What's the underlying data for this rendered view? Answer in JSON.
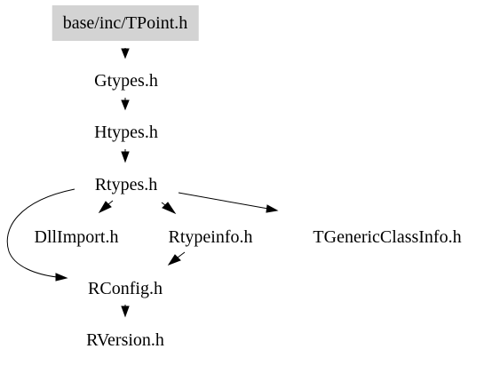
{
  "nodes": {
    "root": "base/inc/TPoint.h",
    "gtypes": "Gtypes.h",
    "htypes": "Htypes.h",
    "rtypes": "Rtypes.h",
    "dllimport": "DllImport.h",
    "rtypeinfo": "Rtypeinfo.h",
    "tgenericclassinfo": "TGenericClassInfo.h",
    "rconfig": "RConfig.h",
    "rversion": "RVersion.h"
  },
  "edges": [
    {
      "from": "root",
      "to": "gtypes"
    },
    {
      "from": "gtypes",
      "to": "htypes"
    },
    {
      "from": "htypes",
      "to": "rtypes"
    },
    {
      "from": "rtypes",
      "to": "dllimport"
    },
    {
      "from": "rtypes",
      "to": "rtypeinfo"
    },
    {
      "from": "rtypes",
      "to": "tgenericclassinfo"
    },
    {
      "from": "rtypes",
      "to": "rconfig"
    },
    {
      "from": "rtypeinfo",
      "to": "rconfig"
    },
    {
      "from": "rconfig",
      "to": "rversion"
    }
  ],
  "colors": {
    "root_fill": "#d3d3d3",
    "edge": "#000000",
    "text": "#000000"
  }
}
